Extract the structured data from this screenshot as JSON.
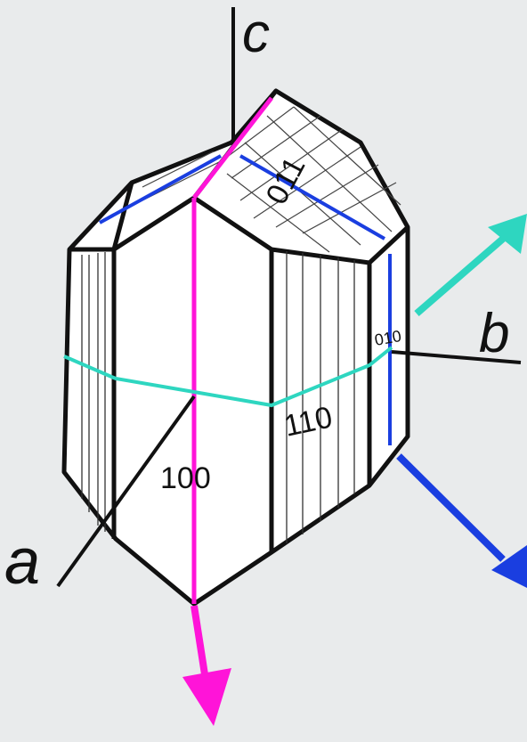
{
  "axes": {
    "a": "a",
    "b": "b",
    "c": "c"
  },
  "faces": {
    "f100": "100",
    "f110": "110",
    "f010": "010",
    "f011": "011"
  },
  "colors": {
    "background": "#e9ebec",
    "outline": "#111111",
    "magenta": "#ff14d8",
    "cyan": "#2ed6c0",
    "blue": "#1a3ee0",
    "face_fill": "#ffffff"
  }
}
